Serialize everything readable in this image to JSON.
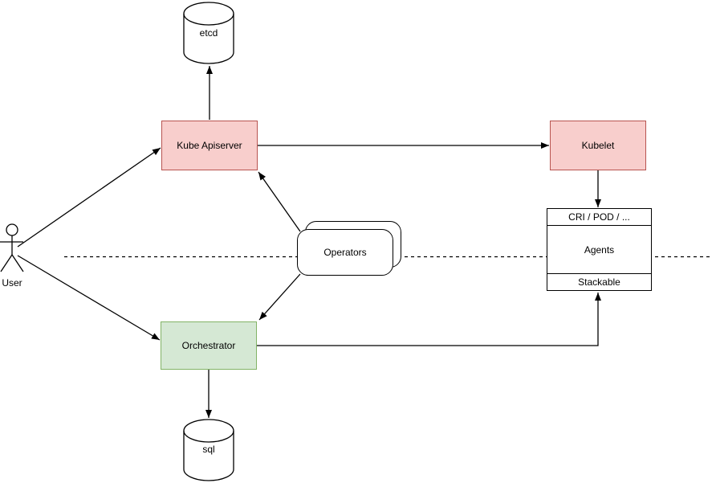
{
  "diagram": {
    "nodes": {
      "user": {
        "label": "User",
        "shape": "actor"
      },
      "etcd": {
        "label": "etcd",
        "shape": "cylinder"
      },
      "kube_apiserver": {
        "label": "Kube Apiserver",
        "shape": "rectangle"
      },
      "kubelet": {
        "label": "Kubelet",
        "shape": "rectangle"
      },
      "operators": {
        "label": "Operators",
        "shape": "stacked-rounded-rectangle"
      },
      "orchestrator": {
        "label": "Orchestrator",
        "shape": "rectangle"
      },
      "agents": {
        "header": "CRI / POD / ...",
        "body": "Agents",
        "footer": "Stackable",
        "shape": "sectioned-rectangle"
      },
      "sql": {
        "label": "sql",
        "shape": "cylinder"
      }
    },
    "edges": [
      {
        "from": "user",
        "to": "kube_apiserver"
      },
      {
        "from": "user",
        "to": "orchestrator"
      },
      {
        "from": "kube_apiserver",
        "to": "etcd"
      },
      {
        "from": "kube_apiserver",
        "to": "kubelet"
      },
      {
        "from": "operators",
        "to": "kube_apiserver"
      },
      {
        "from": "operators",
        "to": "orchestrator"
      },
      {
        "from": "kubelet",
        "to": "agents"
      },
      {
        "from": "orchestrator",
        "to": "agents"
      },
      {
        "from": "orchestrator",
        "to": "sql"
      }
    ],
    "separator": {
      "style": "dashed-horizontal-line"
    },
    "colors": {
      "background": "#ffffff",
      "line": "#000000",
      "red_fill": "#f8cecc",
      "red_stroke": "#b85450",
      "green_fill": "#d5e8d4",
      "green_stroke": "#82b366"
    }
  }
}
